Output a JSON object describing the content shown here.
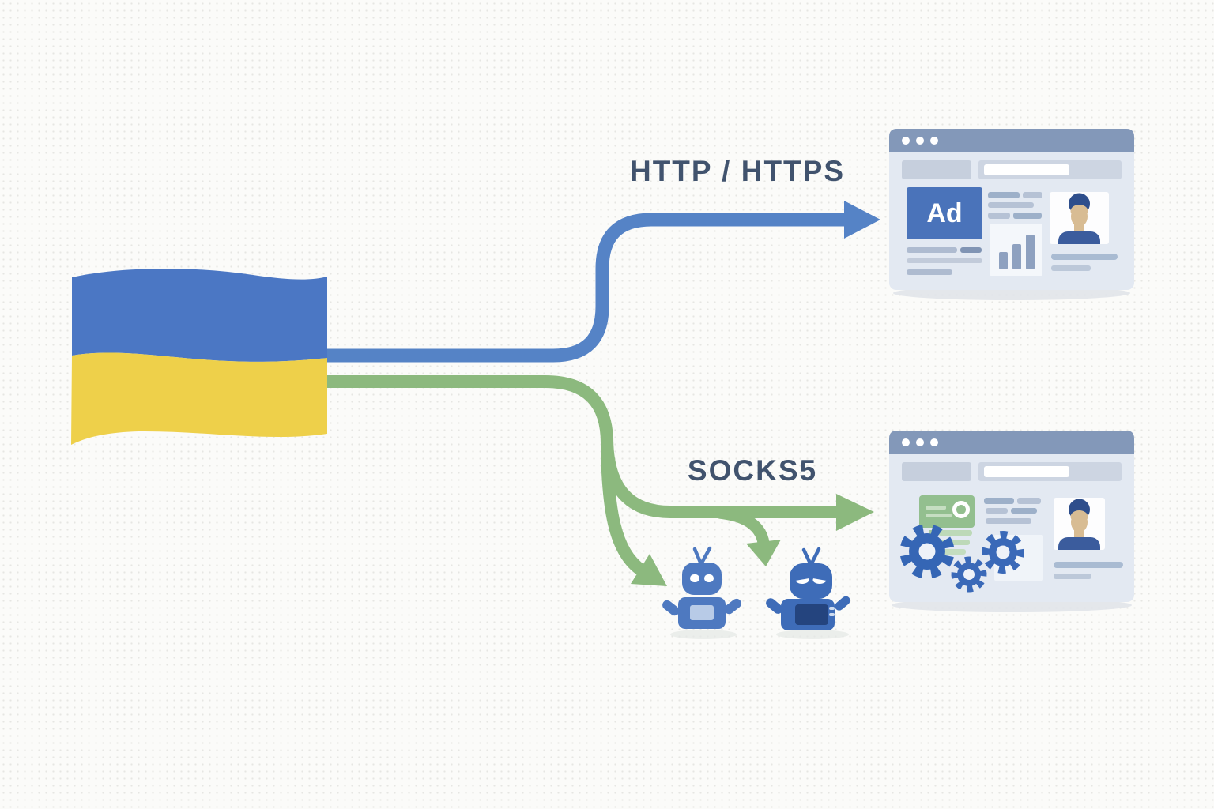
{
  "labels": {
    "http": "HTTP / HTTPS",
    "socks5": "SOCKS5",
    "ad": "Ad"
  },
  "icons": {
    "flag": "ukraine-flag",
    "browser_top": "browser-window-with-ad",
    "browser_bottom": "browser-window-with-gears",
    "bots": [
      "bot-robot-left",
      "bot-robot-right"
    ],
    "window_controls": "window-dots",
    "avatar": "profile-avatar",
    "chart": "bar-chart-thumbnail",
    "gears": "gear-icons"
  },
  "colors": {
    "background": "#fbfbf9",
    "http_arrow": "#5583c6",
    "socks5_arrow": "#8cb97e",
    "label_text": "#41536e",
    "flag_blue": "#4b77c4",
    "flag_yellow": "#eed04a",
    "browser_titlebar": "#8398b9",
    "browser_body": "#e3e9f2",
    "ad_box": "#4a73ba",
    "gear_blue": "#3566b5",
    "robot_light": "#4e79c0",
    "robot_dark": "#3e6cb8",
    "green_card": "#93bf8f"
  }
}
